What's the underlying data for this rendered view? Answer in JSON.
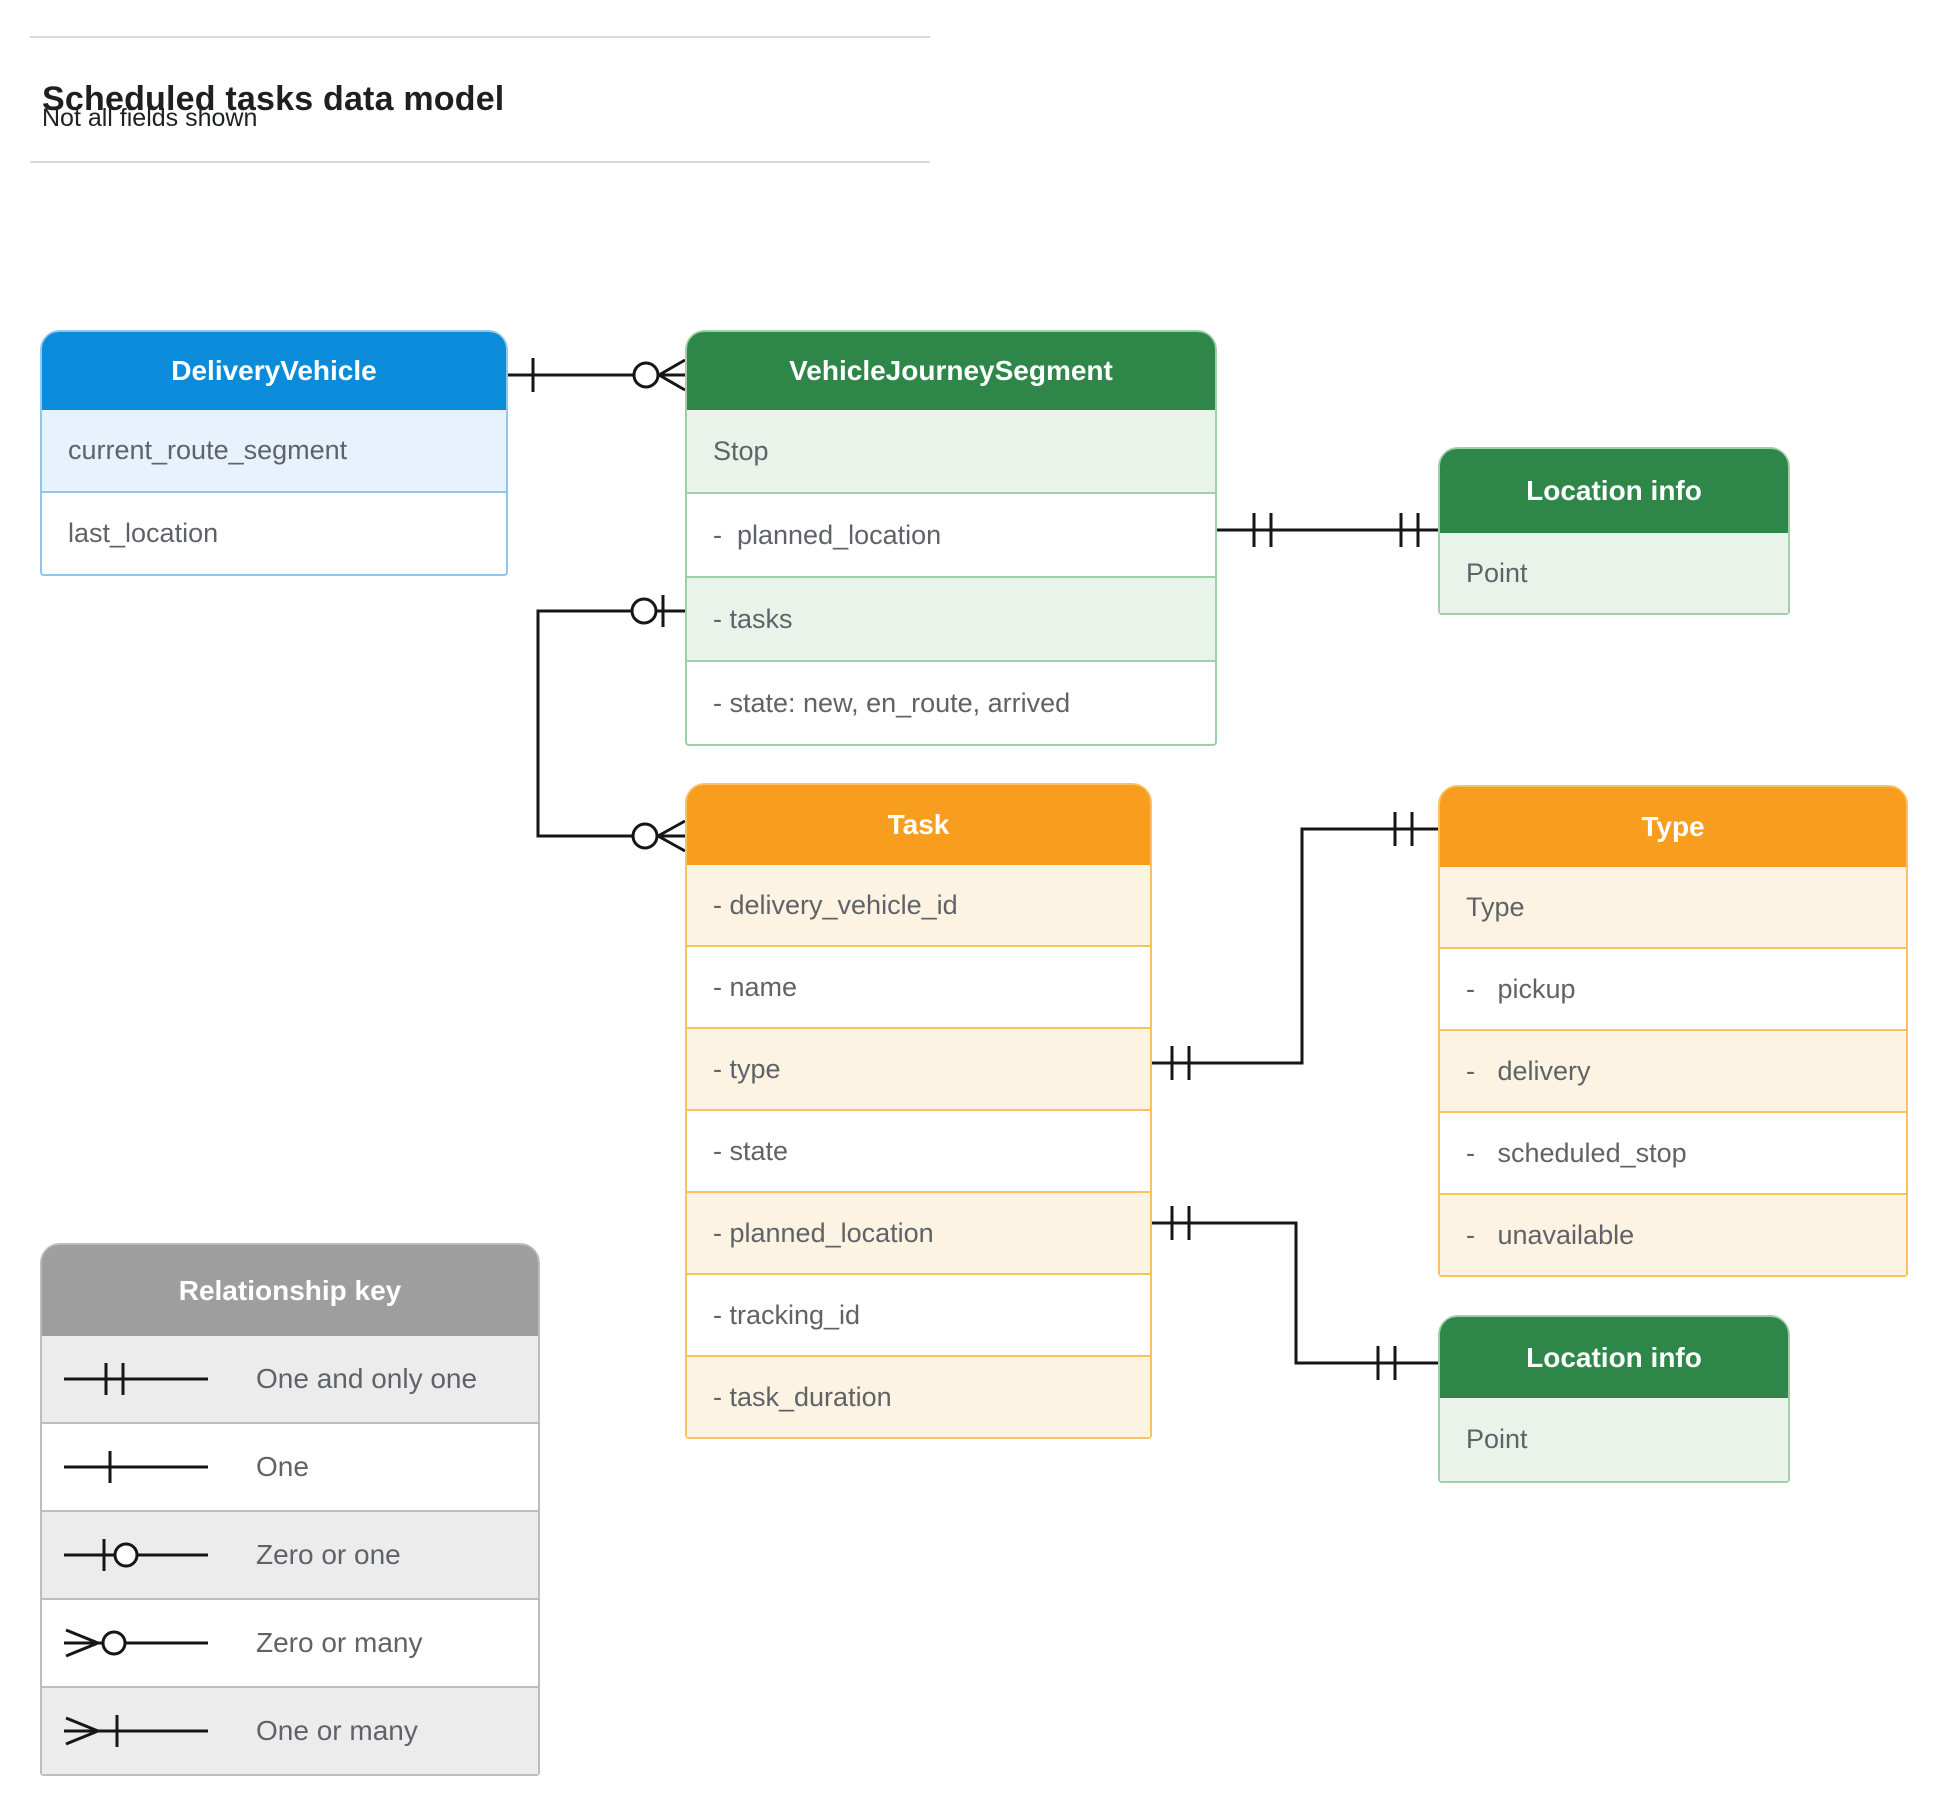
{
  "title": "Scheduled tasks data model",
  "subtitle": "Not all fields shown",
  "colors": {
    "blue_header": "#0b8cda",
    "blue_row": "#e8f2fc",
    "green_header": "#2e8748",
    "green_row": "#e9f3ea",
    "orange_header": "#f89d1d",
    "orange_row": "#fdf3e2",
    "legend_header": "#9e9e9e",
    "legend_row": "#ececec",
    "row_text": "#5f6368",
    "connector": "#161616"
  },
  "entities": [
    {
      "id": "delivery-vehicle",
      "title": "DeliveryVehicle",
      "theme": "blue",
      "rows": [
        {
          "label": "current_route_segment",
          "shaded": true
        },
        {
          "label": "last_location",
          "shaded": false
        }
      ]
    },
    {
      "id": "vehicle-journey-segment",
      "title": "VehicleJourneySegment",
      "theme": "green",
      "rows": [
        {
          "label": "Stop",
          "shaded": true
        },
        {
          "label": "-  planned_location",
          "shaded": false
        },
        {
          "label": "- tasks",
          "shaded": true
        },
        {
          "label": "- state: new, en_route, arrived",
          "shaded": false
        }
      ]
    },
    {
      "id": "location-info-top",
      "title": "Location info",
      "theme": "green",
      "rows": [
        {
          "label": "Point",
          "shaded": true
        }
      ]
    },
    {
      "id": "task",
      "title": "Task",
      "theme": "orange",
      "rows": [
        {
          "label": "- delivery_vehicle_id",
          "shaded": true
        },
        {
          "label": "- name",
          "shaded": false
        },
        {
          "label": "- type",
          "shaded": true
        },
        {
          "label": "- state",
          "shaded": false
        },
        {
          "label": "- planned_location",
          "shaded": true
        },
        {
          "label": "- tracking_id",
          "shaded": false
        },
        {
          "label": "- task_duration",
          "shaded": true
        }
      ]
    },
    {
      "id": "type",
      "title": "Type",
      "theme": "orange",
      "rows": [
        {
          "label": "Type",
          "shaded": true
        },
        {
          "label": "-   pickup",
          "shaded": false
        },
        {
          "label": "-   delivery",
          "shaded": true
        },
        {
          "label": "-   scheduled_stop",
          "shaded": false
        },
        {
          "label": "-   unavailable",
          "shaded": true
        }
      ]
    },
    {
      "id": "location-info-bottom",
      "title": "Location info",
      "theme": "green",
      "rows": [
        {
          "label": "Point",
          "shaded": true
        }
      ]
    }
  ],
  "legend": {
    "title": "Relationship key",
    "items": [
      {
        "symbol": "one-and-only-one",
        "label": "One and only one"
      },
      {
        "symbol": "one",
        "label": "One"
      },
      {
        "symbol": "zero-or-one",
        "label": "Zero or one"
      },
      {
        "symbol": "zero-or-many",
        "label": "Zero or many"
      },
      {
        "symbol": "one-or-many",
        "label": "One or many"
      }
    ]
  },
  "relationships": [
    {
      "from": "DeliveryVehicle",
      "to": "VehicleJourneySegment",
      "from_cardinality": "one",
      "to_cardinality": "zero-or-many"
    },
    {
      "from": "VehicleJourneySegment.planned_location",
      "to": "Location info",
      "from_cardinality": "one-and-only-one",
      "to_cardinality": "one-and-only-one"
    },
    {
      "from": "VehicleJourneySegment.tasks",
      "to": "Task",
      "from_cardinality": "zero-or-one",
      "to_cardinality": "zero-or-many"
    },
    {
      "from": "Task.type",
      "to": "Type",
      "from_cardinality": "one-and-only-one",
      "to_cardinality": "one-and-only-one"
    },
    {
      "from": "Task.planned_location",
      "to": "Location info",
      "from_cardinality": "one-and-only-one",
      "to_cardinality": "one-and-only-one"
    }
  ]
}
